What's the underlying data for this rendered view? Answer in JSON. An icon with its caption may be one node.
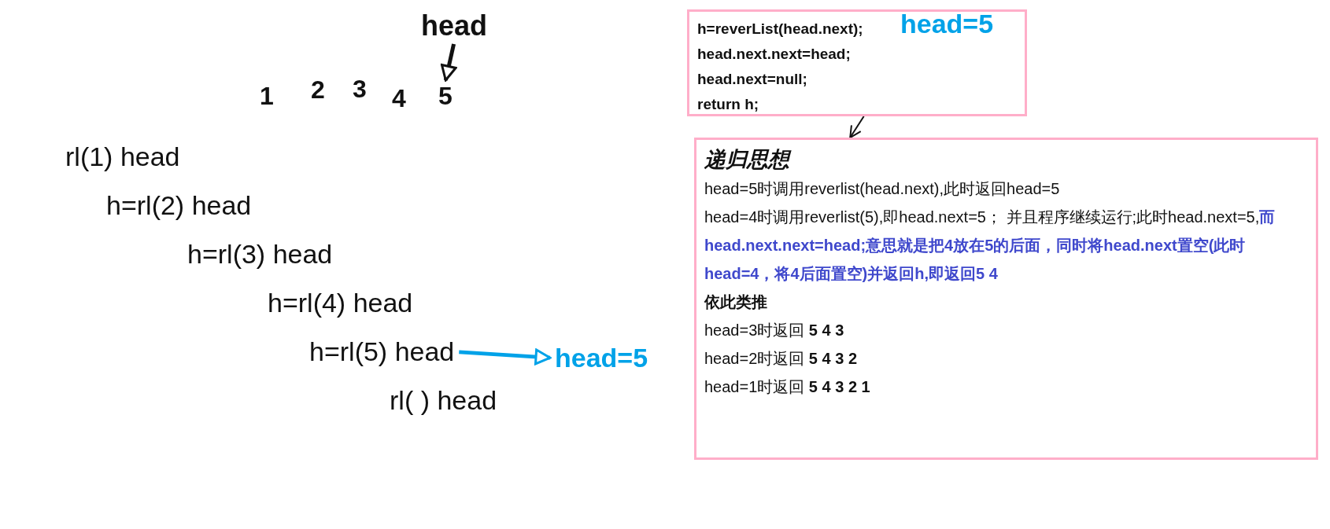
{
  "diagram": {
    "nodes": [
      {
        "text": [
          "head"
        ]
      },
      {
        "text": [
          "5"
        ]
      },
      {
        "text": [
          "h=rl(5) head"
        ]
      },
      {
        "text": [
          "head=5"
        ]
      },
      {
        "text": [
          "h=reverList(head.next);",
          "head.next.next=head;",
          "head.next=null;",
          "return h;",
          "head=5"
        ]
      },
      {
        "text": [
          "递归思想",
          "head=5时调用reverlist(head.next),此时返回head=5",
          "head=4时调用reverlist(5),即head.next=5； 并且程序继续运行;此时head.next=5,",
          "而head.next.next=head;意思就是把4放在5的后面，同时将head.next置空(此时head=4，将4后面置空)并返回h,即返回**5 4**",
          "依此类推",
          "head=3时返回 **5 4 3**",
          "head=2时返回 **5 4 3 2**",
          "head=1时返回 **5 4 3 2 1**"
        ]
      }
    ],
    "edges": [
      {
        "from": 0,
        "to": 1,
        "arrow": "to"
      },
      {
        "from": 2,
        "to": 3,
        "arrow": "to",
        "color": "#00a2e8"
      },
      {
        "from": 4,
        "to": 5,
        "arrow": "to"
      }
    ],
    "labels": [
      "1",
      "2",
      "3",
      "4",
      "rl(1) head",
      "h=rl(2) head",
      "h=rl(3) head",
      "h=rl(4) head",
      "rl(  ) head"
    ]
  }
}
